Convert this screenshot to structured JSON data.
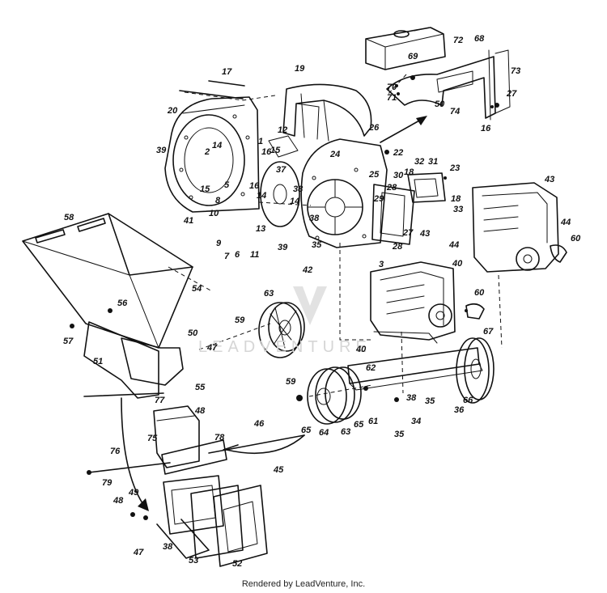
{
  "footer": "Rendered by LeadVenture, Inc.",
  "watermark": "LEADVENTURE",
  "part_labels": [
    "1",
    "2",
    "3",
    "5",
    "6",
    "7",
    "8",
    "9",
    "10",
    "11",
    "12",
    "13",
    "14",
    "15",
    "16",
    "17",
    "18",
    "19",
    "20",
    "22",
    "23",
    "24",
    "25",
    "26",
    "27",
    "28",
    "29",
    "30",
    "31",
    "32",
    "33",
    "34",
    "35",
    "36",
    "37",
    "38",
    "39",
    "40",
    "41",
    "42",
    "43",
    "44",
    "45",
    "46",
    "47",
    "48",
    "49",
    "50",
    "51",
    "52",
    "53",
    "54",
    "55",
    "56",
    "57",
    "58",
    "59",
    "60",
    "61",
    "62",
    "63",
    "64",
    "65",
    "66",
    "67",
    "68",
    "69",
    "70",
    "71",
    "72",
    "73",
    "74",
    "75",
    "76",
    "77",
    "78",
    "79"
  ]
}
